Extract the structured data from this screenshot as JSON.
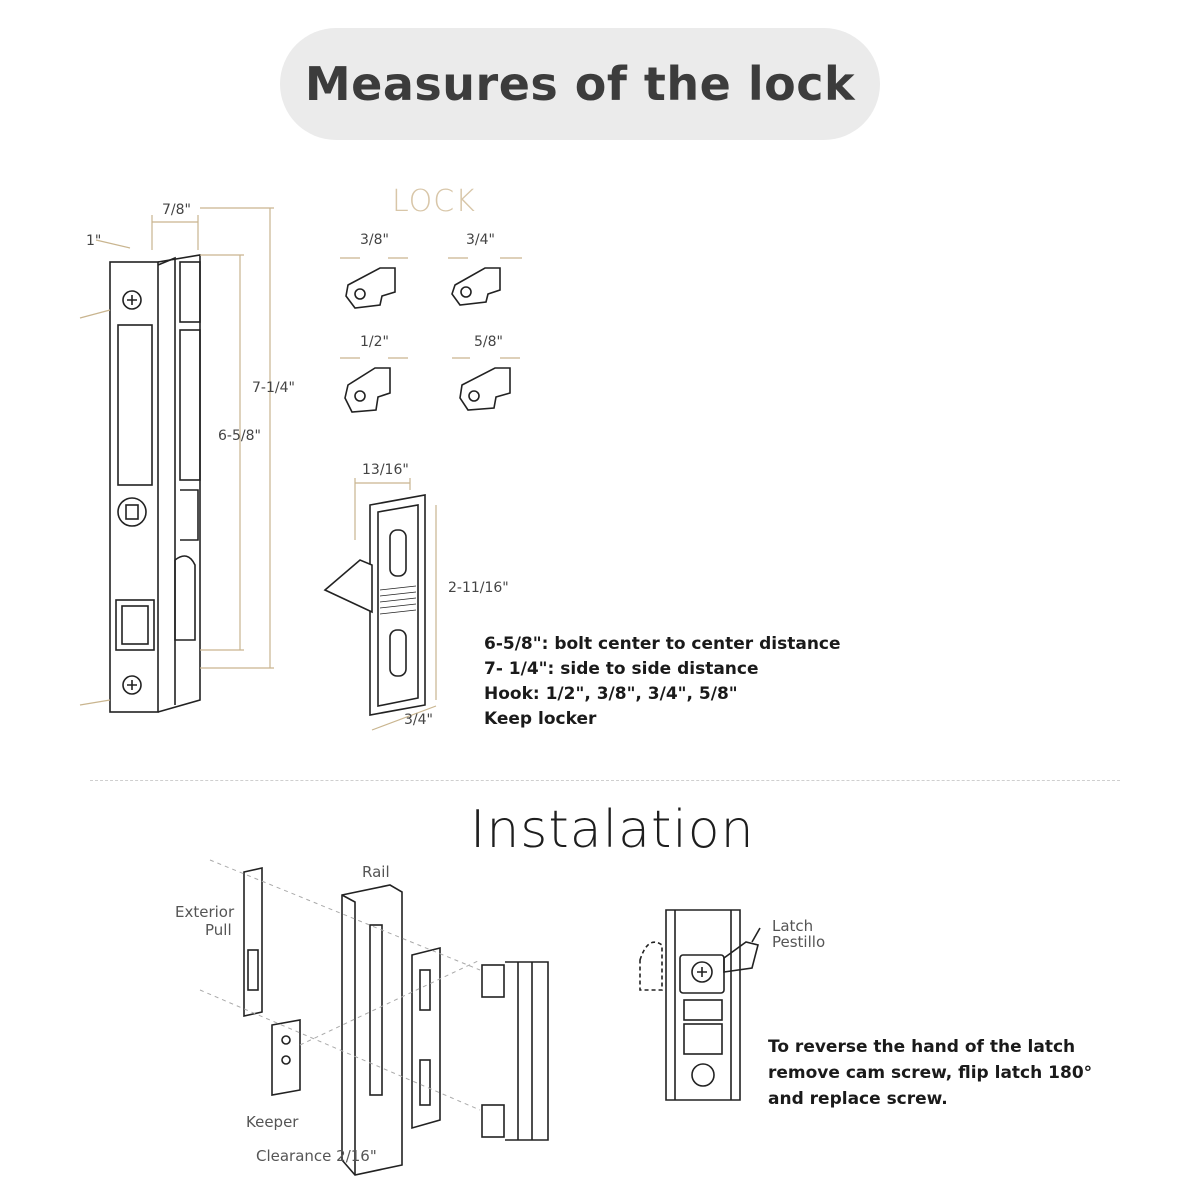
{
  "header": {
    "title": "Measures of the lock"
  },
  "lock_section": {
    "heading": "LOCK",
    "main_dims": {
      "width_face": "1\"",
      "depth": "7/8\"",
      "side_to_side": "7-1/4\"",
      "center_to_center": "6-5/8\""
    },
    "hooks": [
      {
        "label": "3/8\""
      },
      {
        "label": "3/4\""
      },
      {
        "label": "1/2\""
      },
      {
        "label": "5/8\""
      }
    ],
    "keeper": {
      "width": "13/16\"",
      "height": "2-11/16\"",
      "depth": "3/4\""
    },
    "notes": [
      "6-5/8\": bolt center to center distance",
      "7- 1/4\": side to side distance",
      "Hook: 1/2\", 3/8\", 3/4\", 5/8\"",
      "Keep locker"
    ]
  },
  "install_section": {
    "title": "Instalation",
    "labels": {
      "rail": "Rail",
      "exterior_pull_1": "Exterior",
      "exterior_pull_2": "Pull",
      "keeper": "Keeper",
      "clearance": "Clearance 2/16\"",
      "latch_1": "Latch",
      "latch_2": "Pestillo"
    },
    "reverse_text": [
      "To reverse the hand of the latch",
      "remove cam screw, flip latch 180°",
      "and replace screw."
    ]
  }
}
